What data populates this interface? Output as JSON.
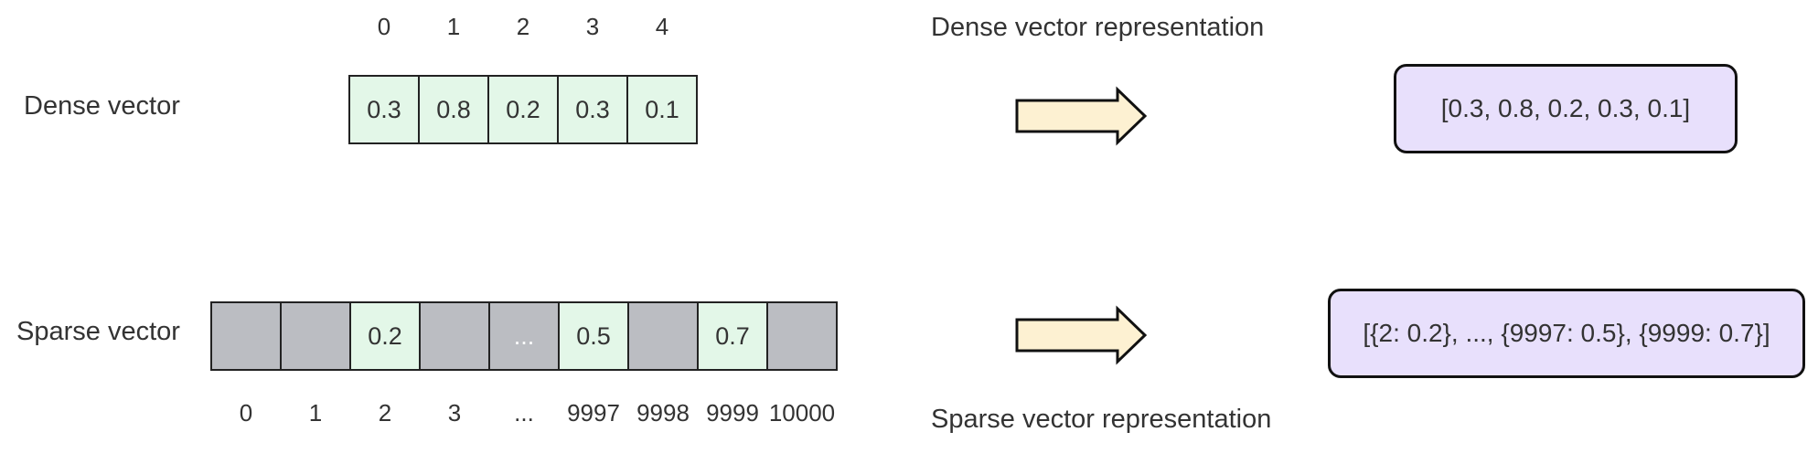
{
  "dense": {
    "label": "Dense vector",
    "indices": [
      "0",
      "1",
      "2",
      "3",
      "4"
    ],
    "cells": [
      {
        "value": "0.3",
        "filled": true
      },
      {
        "value": "0.8",
        "filled": true
      },
      {
        "value": "0.2",
        "filled": true
      },
      {
        "value": "0.3",
        "filled": true
      },
      {
        "value": "0.1",
        "filled": true
      }
    ],
    "caption": "Dense vector representation",
    "representation": "[0.3, 0.8, 0.2, 0.3, 0.1]"
  },
  "sparse": {
    "label": "Sparse vector",
    "indices": [
      "0",
      "1",
      "2",
      "3",
      "...",
      "9997",
      "9998",
      "9999",
      "10000"
    ],
    "cells": [
      {
        "value": "",
        "filled": false
      },
      {
        "value": "",
        "filled": false
      },
      {
        "value": "0.2",
        "filled": true
      },
      {
        "value": "",
        "filled": false
      },
      {
        "value": "...",
        "filled": false
      },
      {
        "value": "0.5",
        "filled": true
      },
      {
        "value": "",
        "filled": false
      },
      {
        "value": "0.7",
        "filled": true
      },
      {
        "value": "",
        "filled": false
      }
    ],
    "caption": "Sparse vector representation",
    "representation": "[{2: 0.2}, ..., {9997: 0.5}, {9999: 0.7}]"
  },
  "colors": {
    "filled_cell": "#e3f7e8",
    "empty_cell": "#bbbdc2",
    "arrow_fill": "#fdf1d2",
    "repr_box": "#e8e0fc"
  },
  "icons": {
    "arrow": "right-arrow-icon"
  }
}
